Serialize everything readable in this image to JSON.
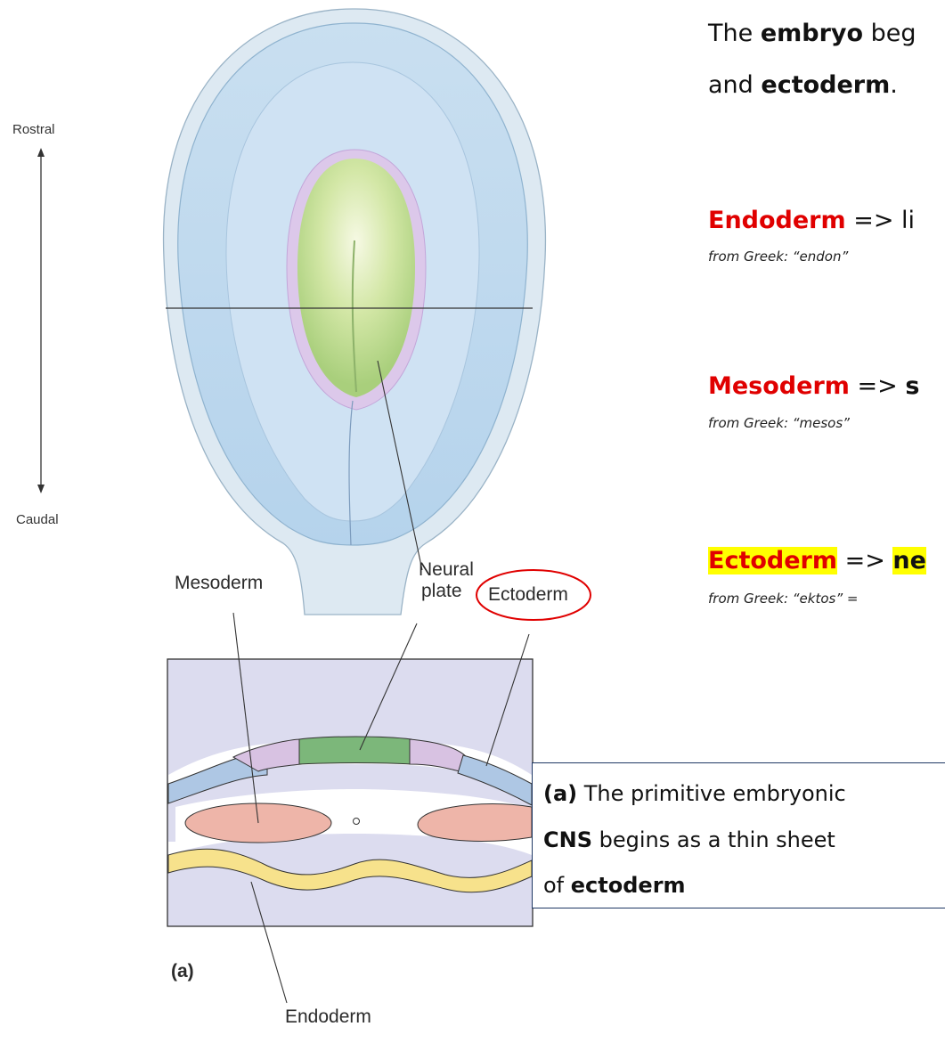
{
  "diagram": {
    "axis": {
      "top_label": "Rostral",
      "bottom_label": "Caudal"
    },
    "labels": {
      "mesoderm": "Mesoderm",
      "neural_plate_1": "Neural",
      "neural_plate_2": "plate",
      "ectoderm": "Ectoderm",
      "endoderm": "Endoderm",
      "panel": "(a)"
    }
  },
  "text": {
    "intro_1_pre": "The ",
    "intro_1_bold": "embryo",
    "intro_1_post": " beg",
    "intro_2_pre": "and ",
    "intro_2_bold": "ectoderm",
    "intro_2_post": ".",
    "endoderm_term": "Endoderm",
    "endoderm_rest": " => li",
    "endoderm_etym": "from Greek: “endon”",
    "mesoderm_term": "Mesoderm",
    "mesoderm_arrow": " => ",
    "mesoderm_rest": "s",
    "mesoderm_etym": "from Greek: “mesos”",
    "ectoderm_term": "Ectoderm",
    "ectoderm_arrow": " => ",
    "ectoderm_rest": "ne",
    "ectoderm_etym": "from Greek: “ektos” ="
  },
  "caption": {
    "line1_bold": "(a)",
    "line1_rest": " The primitive embryonic",
    "line2_bold": "CNS",
    "line2_rest": " begins as a thin sheet",
    "line3_pre": "of ",
    "line3_bold": "ectoderm"
  },
  "colors": {
    "highlight_red": "#e00000",
    "highlight_yellow": "#ffff00",
    "caption_border": "#1f3864"
  }
}
